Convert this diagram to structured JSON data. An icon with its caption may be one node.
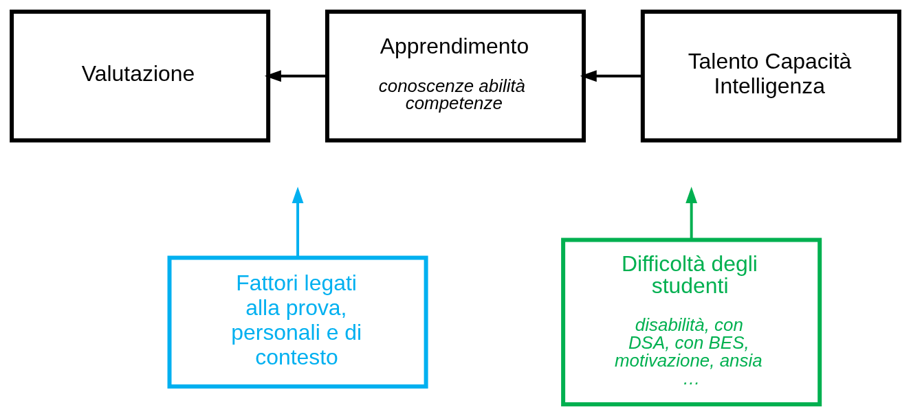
{
  "diagram": {
    "nodes": [
      {
        "text": [
          "Valutazione"
        ]
      },
      {
        "text": [
          "Apprendimento",
          "conoscenze abilità competenze"
        ]
      },
      {
        "text": [
          "Talento Capacità Intelligenza"
        ]
      },
      {
        "text": [
          "Fattori legati alla prova, personali e di contesto"
        ]
      },
      {
        "text": [
          "Difficoltà degli studenti",
          "disabilità, con DSA, con BES, motivazione, ansia …"
        ]
      }
    ],
    "edges": [
      {
        "from": 1,
        "to": 0,
        "arrow": "to"
      },
      {
        "from": 2,
        "to": 1,
        "arrow": "to"
      },
      {
        "from": 3,
        "to": null,
        "arrow": "to",
        "color": "#00b0f0"
      },
      {
        "from": 4,
        "to": null,
        "arrow": "to",
        "color": "#00b050"
      }
    ]
  }
}
